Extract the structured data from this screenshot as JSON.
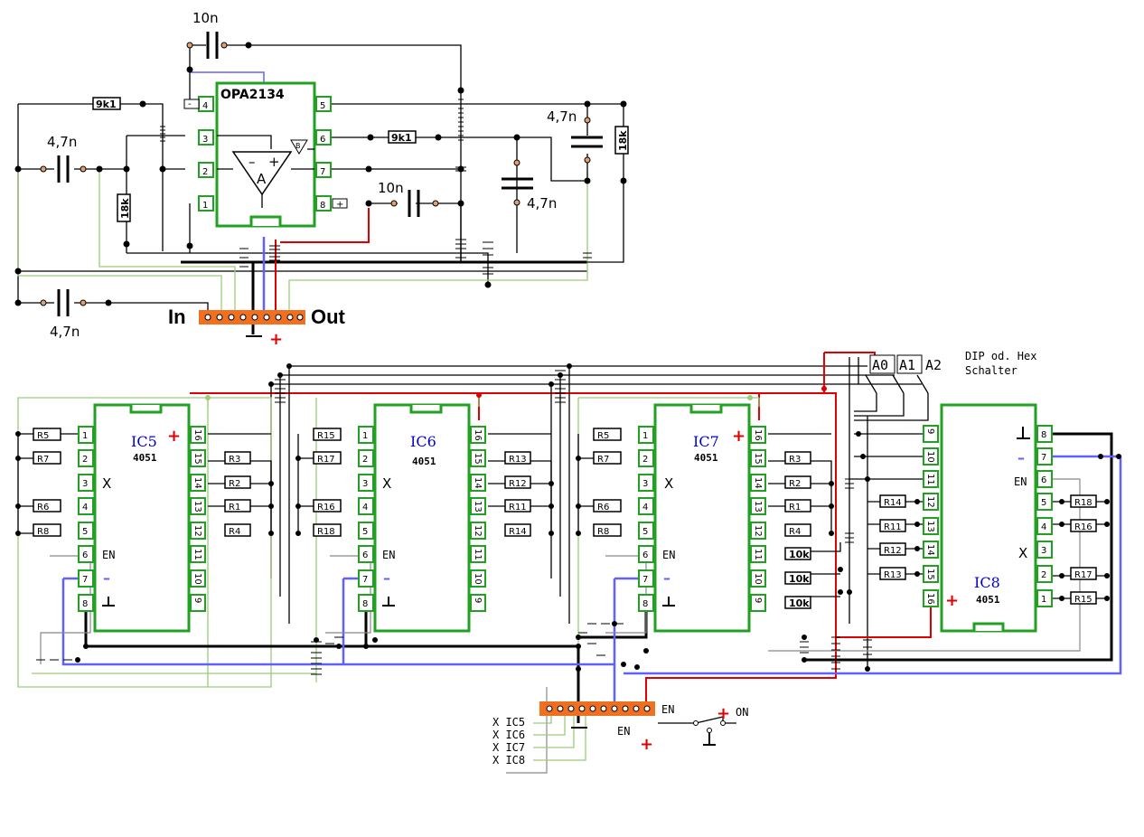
{
  "opamp": {
    "chip_label": "OPA2134",
    "unit_a": "A",
    "unit_b": "B",
    "pins_left": [
      "4",
      "3",
      "2",
      "1"
    ],
    "pins_right": [
      "5",
      "6",
      "7",
      "8"
    ],
    "pin4_sign": "-",
    "pin8_sign": "+"
  },
  "caps": {
    "c_top": "10n",
    "c_mid": "10n",
    "c_left_top": "4,7n",
    "c_left_bottom": "4,7n",
    "c_right_a": "4,7n",
    "c_right_b": "4,7n"
  },
  "resistors_top": {
    "r_9k1_a": "9k1",
    "r_9k1_b": "9k1",
    "r_18k_a": "18k",
    "r_18k_b": "18k"
  },
  "connector_top": {
    "in_label": "In",
    "out_label": "Out",
    "gnd_symbol": "⊥",
    "plus_symbol": "+"
  },
  "ics": [
    {
      "name": "IC5",
      "type": "4051",
      "x_label": "X",
      "en_label": "EN",
      "minus": "–",
      "plus": "+",
      "left_res": [
        "R5",
        "R7",
        "",
        "R6",
        "R8"
      ],
      "right_res": [
        "R3",
        "R2",
        "R1",
        "R4"
      ]
    },
    {
      "name": "IC6",
      "type": "4051",
      "x_label": "X",
      "en_label": "EN",
      "minus": "–",
      "plus": "",
      "left_res": [
        "R15",
        "R17",
        "",
        "R16",
        "R18"
      ],
      "right_res": [
        "R13",
        "R12",
        "R11",
        "R14"
      ]
    },
    {
      "name": "IC7",
      "type": "4051",
      "x_label": "X",
      "en_label": "EN",
      "minus": "–",
      "plus": "+",
      "left_res": [
        "R5",
        "R7",
        "",
        "R6",
        "R8"
      ],
      "right_res": [
        "R3",
        "R2",
        "R1",
        "R4",
        "10k",
        "10k",
        "10k"
      ]
    }
  ],
  "ic8": {
    "name": "IC8",
    "type": "4051",
    "x_label": "X",
    "en_label": "EN",
    "minus": "–",
    "plus": "+",
    "left_res": [
      "R14",
      "R11",
      "R12",
      "R13"
    ],
    "right_res": [
      "R18",
      "R16",
      "R17",
      "R15"
    ],
    "pins_left": [
      "9",
      "10",
      "11",
      "12",
      "13",
      "14",
      "15",
      "16"
    ],
    "pins_right": [
      "8",
      "7",
      "6",
      "5",
      "4",
      "3",
      "2",
      "1"
    ]
  },
  "dip_switch": {
    "a0": "A0",
    "a1": "A1",
    "a2": "A2",
    "caption_line1": "DIP od. Hex",
    "caption_line2": "Schalter"
  },
  "bottom_connector": {
    "en_label": "EN",
    "en_label_2": "EN",
    "on_label": "ON",
    "plus": "+",
    "outputs": [
      "X IC5",
      "X IC6",
      "X IC7",
      "X IC8"
    ]
  },
  "colors": {
    "green_pin": "#22a022",
    "connector_orange": "#f07020",
    "signal_red": "#e00000",
    "signal_blue": "#6060ff",
    "signal_green": "#9ccc7a",
    "ic_text_blue": "#0000cc"
  }
}
